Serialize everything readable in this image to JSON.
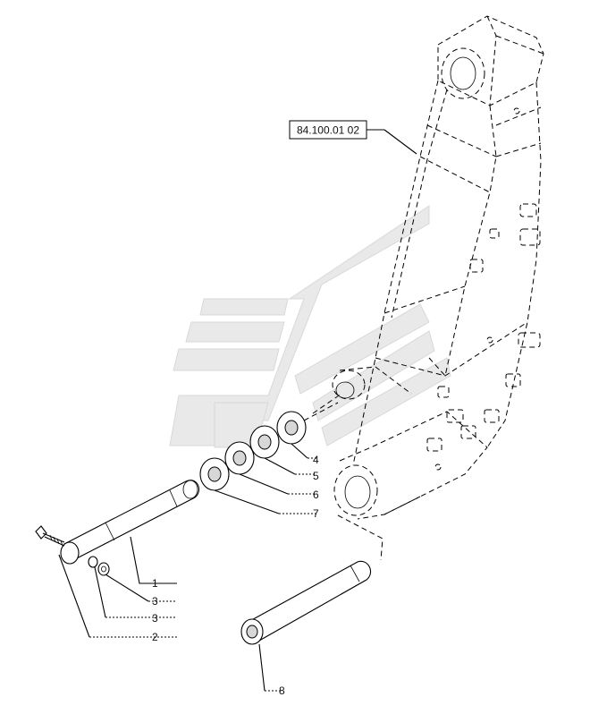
{
  "reference_label": "84.100.01 02",
  "callouts": [
    {
      "id": "c1",
      "label": "1"
    },
    {
      "id": "c3a",
      "label": "3"
    },
    {
      "id": "c3b",
      "label": "3"
    },
    {
      "id": "c2",
      "label": "2"
    },
    {
      "id": "c4",
      "label": "4"
    },
    {
      "id": "c5",
      "label": "5"
    },
    {
      "id": "c6",
      "label": "6"
    },
    {
      "id": "c7",
      "label": "7"
    },
    {
      "id": "c8",
      "label": "8"
    }
  ]
}
